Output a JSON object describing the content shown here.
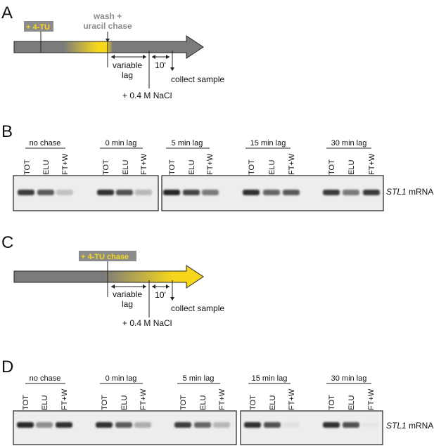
{
  "panel_a": {
    "letter": "A",
    "start_label": "+ 4-TU",
    "wash_line1": "wash +",
    "wash_line2": "uracil chase",
    "lag_line1": "variable",
    "lag_line2": "lag",
    "ten_min": "10'",
    "nacl": "+ 0.4 M NaCl",
    "collect": "collect sample"
  },
  "panel_b": {
    "letter": "B",
    "lane_labels": [
      "TOT",
      "ELU",
      "FT+W"
    ],
    "conditions": [
      "no chase",
      "0 min lag",
      "5 min lag",
      "15 min lag",
      "30 min lag"
    ],
    "gene": "STL1",
    "suffix": " mRNA",
    "band_intensity": [
      [
        0.85,
        0.7,
        0.2
      ],
      [
        0.9,
        0.75,
        0.25
      ],
      [
        0.95,
        0.8,
        0.55
      ],
      [
        0.9,
        0.65,
        0.7
      ],
      [
        0.85,
        0.55,
        0.85
      ]
    ]
  },
  "panel_c": {
    "letter": "C",
    "start_label": "+ 4-TU chase",
    "lag_line1": "variable",
    "lag_line2": "lag",
    "ten_min": "10'",
    "nacl": "+ 0.4 M NaCl",
    "collect": "collect sample"
  },
  "panel_d": {
    "letter": "D",
    "lane_labels": [
      "TOT",
      "ELU",
      "FT+W"
    ],
    "conditions": [
      "no chase",
      "0 min lag",
      "5 min lag",
      "15 min lag",
      "30 min lag"
    ],
    "gene": "STL1",
    "suffix": " mRNA",
    "band_intensity": [
      [
        0.95,
        0.45,
        0.9
      ],
      [
        0.9,
        0.7,
        0.3
      ],
      [
        0.85,
        0.65,
        0.25
      ],
      [
        0.9,
        0.75,
        0.05
      ],
      [
        0.9,
        0.75,
        0.03
      ]
    ]
  },
  "colors": {
    "arrow_gray": "#7b7b7b",
    "yellow": "#f7d61c",
    "label_box": "#8c8c8c",
    "gray_text": "#8c8c8c",
    "gel_bg": "#ededed",
    "band": "#1e1e1e"
  }
}
